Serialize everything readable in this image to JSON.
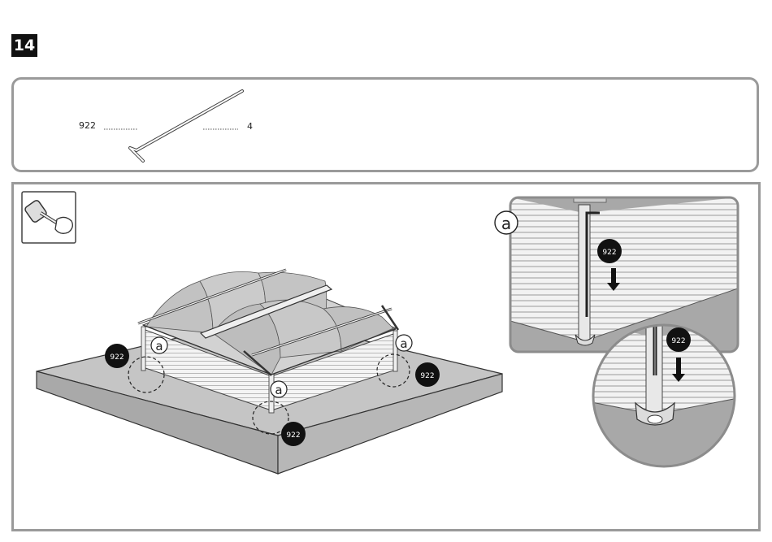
{
  "step": {
    "number": "14"
  },
  "parts": {
    "part_code": "922",
    "quantity": "4"
  },
  "callouts": {
    "detail_letter": "a",
    "part_code": "922"
  }
}
